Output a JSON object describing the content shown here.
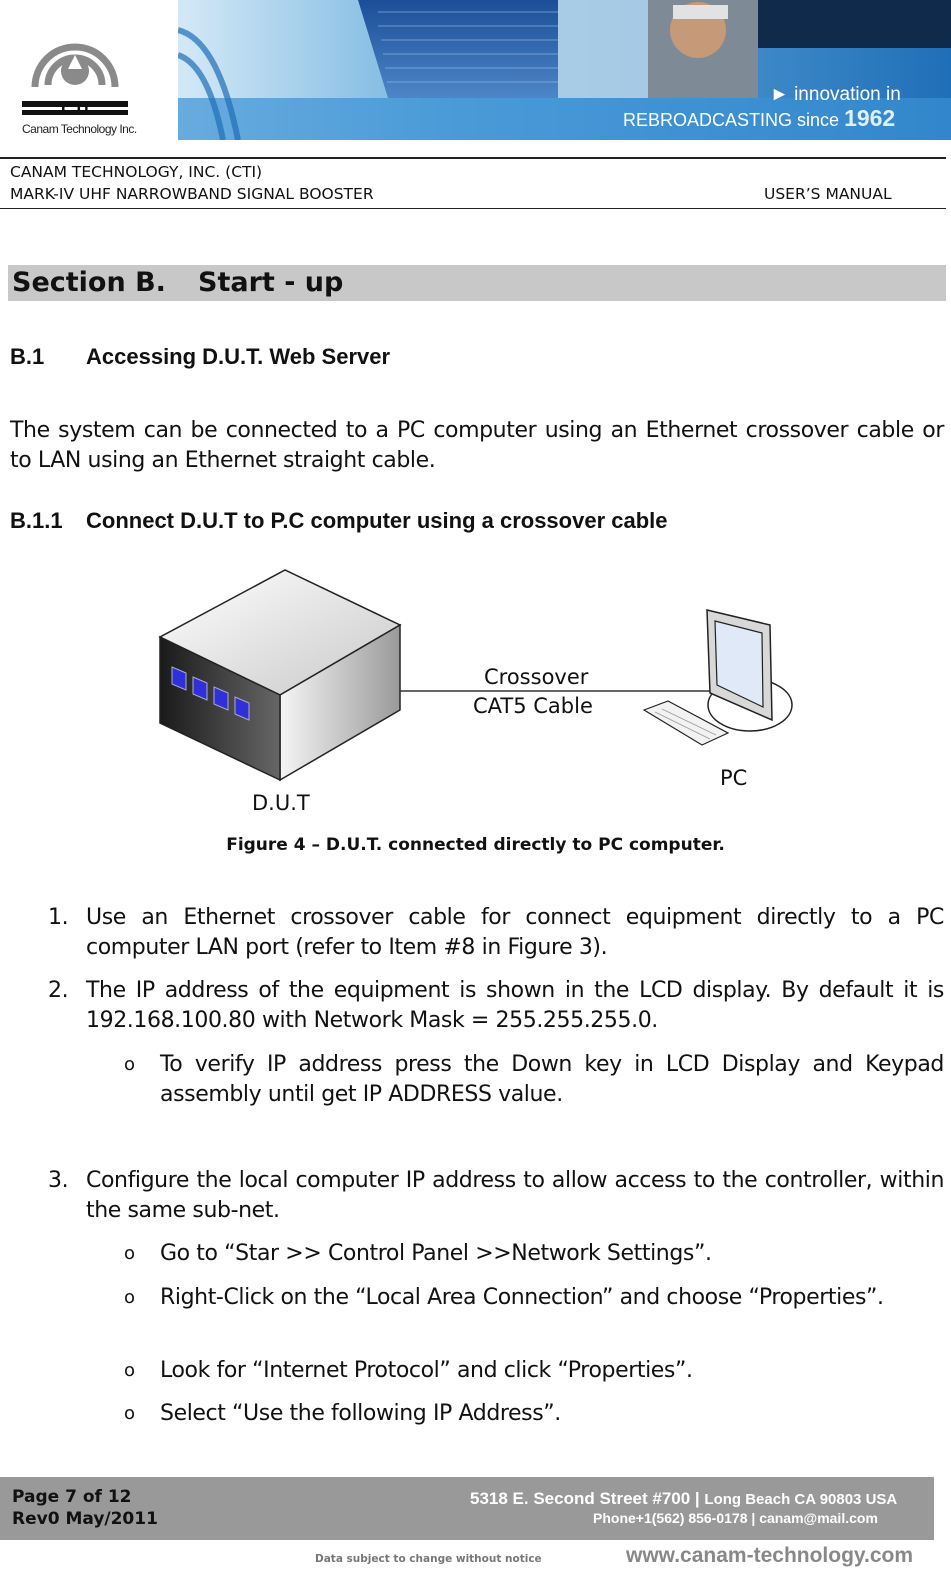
{
  "header": {
    "logo_text": "CTI",
    "logo_caption": "Canam Technology Inc.",
    "tagline_line1": "► innovation in",
    "tagline_line2_prefix": "REBROADCASTING since",
    "tagline_year": "1962",
    "company": "CANAM TECHNOLOGY, INC. (CTI)",
    "product": "MARK-IV UHF NARROWBAND SIGNAL BOOSTER",
    "manual": "USER’S MANUAL"
  },
  "section": {
    "number": "Section B.",
    "title": "Start - up"
  },
  "b1": {
    "number": "B.1",
    "title": "Accessing D.U.T. Web Server",
    "body": "The system can be connected to a PC computer using an Ethernet crossover cable or to LAN using an Ethernet straight cable."
  },
  "b11": {
    "number": "B.1.1",
    "title": "Connect D.U.T to P.C computer using a crossover cable"
  },
  "figure": {
    "cable_line1": "Crossover",
    "cable_line2": "CAT5 Cable",
    "device_label": "D.U.T",
    "pc_label": "PC",
    "caption": "Figure 4 – D.U.T. connected directly to PC computer."
  },
  "steps": [
    {
      "marker": "1.",
      "text": "Use an Ethernet crossover cable for connect equipment directly to a PC computer LAN port (refer to Item #8 in Figure 3)."
    },
    {
      "marker": "2.",
      "text": "The IP address of the equipment is shown in the LCD display. By default it is 192.168.100.80 with Network Mask = 255.255.255.0.",
      "subs": [
        {
          "marker": "o",
          "text": "To verify IP address press the Down key in LCD Display and Keypad assembly until get IP ADDRESS value."
        }
      ]
    },
    {
      "marker": "3.",
      "text": "Configure the local computer IP address to allow access to the controller, within the same sub-net.",
      "subs": [
        {
          "marker": "o",
          "text": "Go to “Star >> Control Panel >>Network Settings”."
        },
        {
          "marker": "o",
          "text": "Right-Click on the “Local Area Connection” and choose “Properties”."
        },
        {
          "marker": "o",
          "text": "Look for “Internet Protocol” and click “Properties”."
        },
        {
          "marker": "o",
          "text": "Select “Use the following IP Address”."
        }
      ]
    }
  ],
  "footer": {
    "page": "Page 7 of 12",
    "revision": "Rev0 May/2011",
    "street": "5318 E. Second Street  #700 |",
    "city": "Long Beach CA 90803 USA",
    "phone": "Phone+1(562) 856-0178",
    "email": "canam@mail.com",
    "disclaimer": "Data subject to change without notice",
    "website": "www.canam-technology.com"
  },
  "colors": {
    "banner_blue": "#2c7fc4",
    "section_bar": "#c8c8c8",
    "footer_bar": "#999999",
    "dut_button": "#3030d8"
  }
}
